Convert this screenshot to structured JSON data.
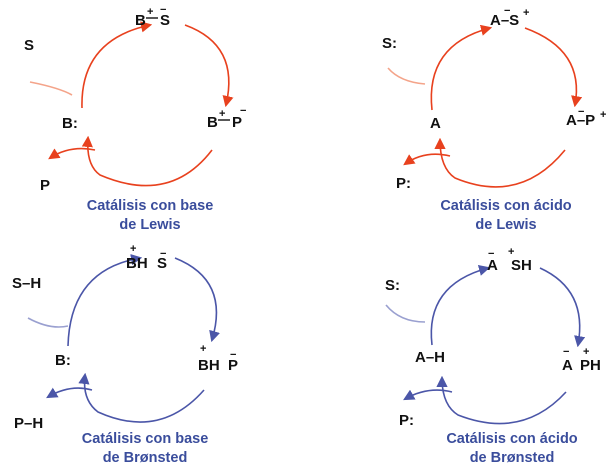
{
  "colors": {
    "red": "#e8411e",
    "red_light": "#f4a48a",
    "blue": "#4b56a8",
    "blue_light": "#9aa0d0",
    "caption_red": "#3a4d9c",
    "caption_blue": "#3a4d9c",
    "text": "#111111"
  },
  "panels": {
    "lewis_base": {
      "substrate": "S",
      "catalyst": "B:",
      "product": "P",
      "intermediate1_left": "B",
      "intermediate1_left_charge": "+",
      "intermediate1_right": "S",
      "intermediate1_right_charge": "−",
      "intermediate2_left": "B",
      "intermediate2_left_charge": "+",
      "intermediate2_right": "P",
      "intermediate2_right_charge": "−",
      "caption_line1": "Catálisis con base",
      "caption_line2": "de Lewis"
    },
    "lewis_acid": {
      "substrate": "S:",
      "catalyst": "A",
      "product": "P:",
      "intermediate1": "A–S",
      "intermediate1_charge_left": "−",
      "intermediate1_charge_right": "+",
      "intermediate2": "A–P",
      "intermediate2_charge_left": "−",
      "intermediate2_charge_right": "+",
      "caption_line1": "Catálisis con ácido",
      "caption_line2": "de Lewis"
    },
    "bronsted_base": {
      "substrate": "S–H",
      "catalyst": "B:",
      "product": "P–H",
      "intermediate1_left": "BH",
      "intermediate1_left_charge": "+",
      "intermediate1_right": "S",
      "intermediate1_right_charge": "−",
      "intermediate2_left": "BH",
      "intermediate2_left_charge": "+",
      "intermediate2_right": "P",
      "intermediate2_right_charge": "−",
      "caption_line1": "Catálisis con base",
      "caption_line2": "de Brønsted"
    },
    "bronsted_acid": {
      "substrate": "S:",
      "catalyst": "A–H",
      "product": "P:",
      "intermediate1_left": "A",
      "intermediate1_left_charge": "−",
      "intermediate1_right": "SH",
      "intermediate1_right_charge": "+",
      "intermediate2_left": "A",
      "intermediate2_left_charge": "−",
      "intermediate2_right": "PH",
      "intermediate2_right_charge": "+",
      "caption_line1": "Catálisis con ácido",
      "caption_line2": "de Brønsted"
    }
  }
}
